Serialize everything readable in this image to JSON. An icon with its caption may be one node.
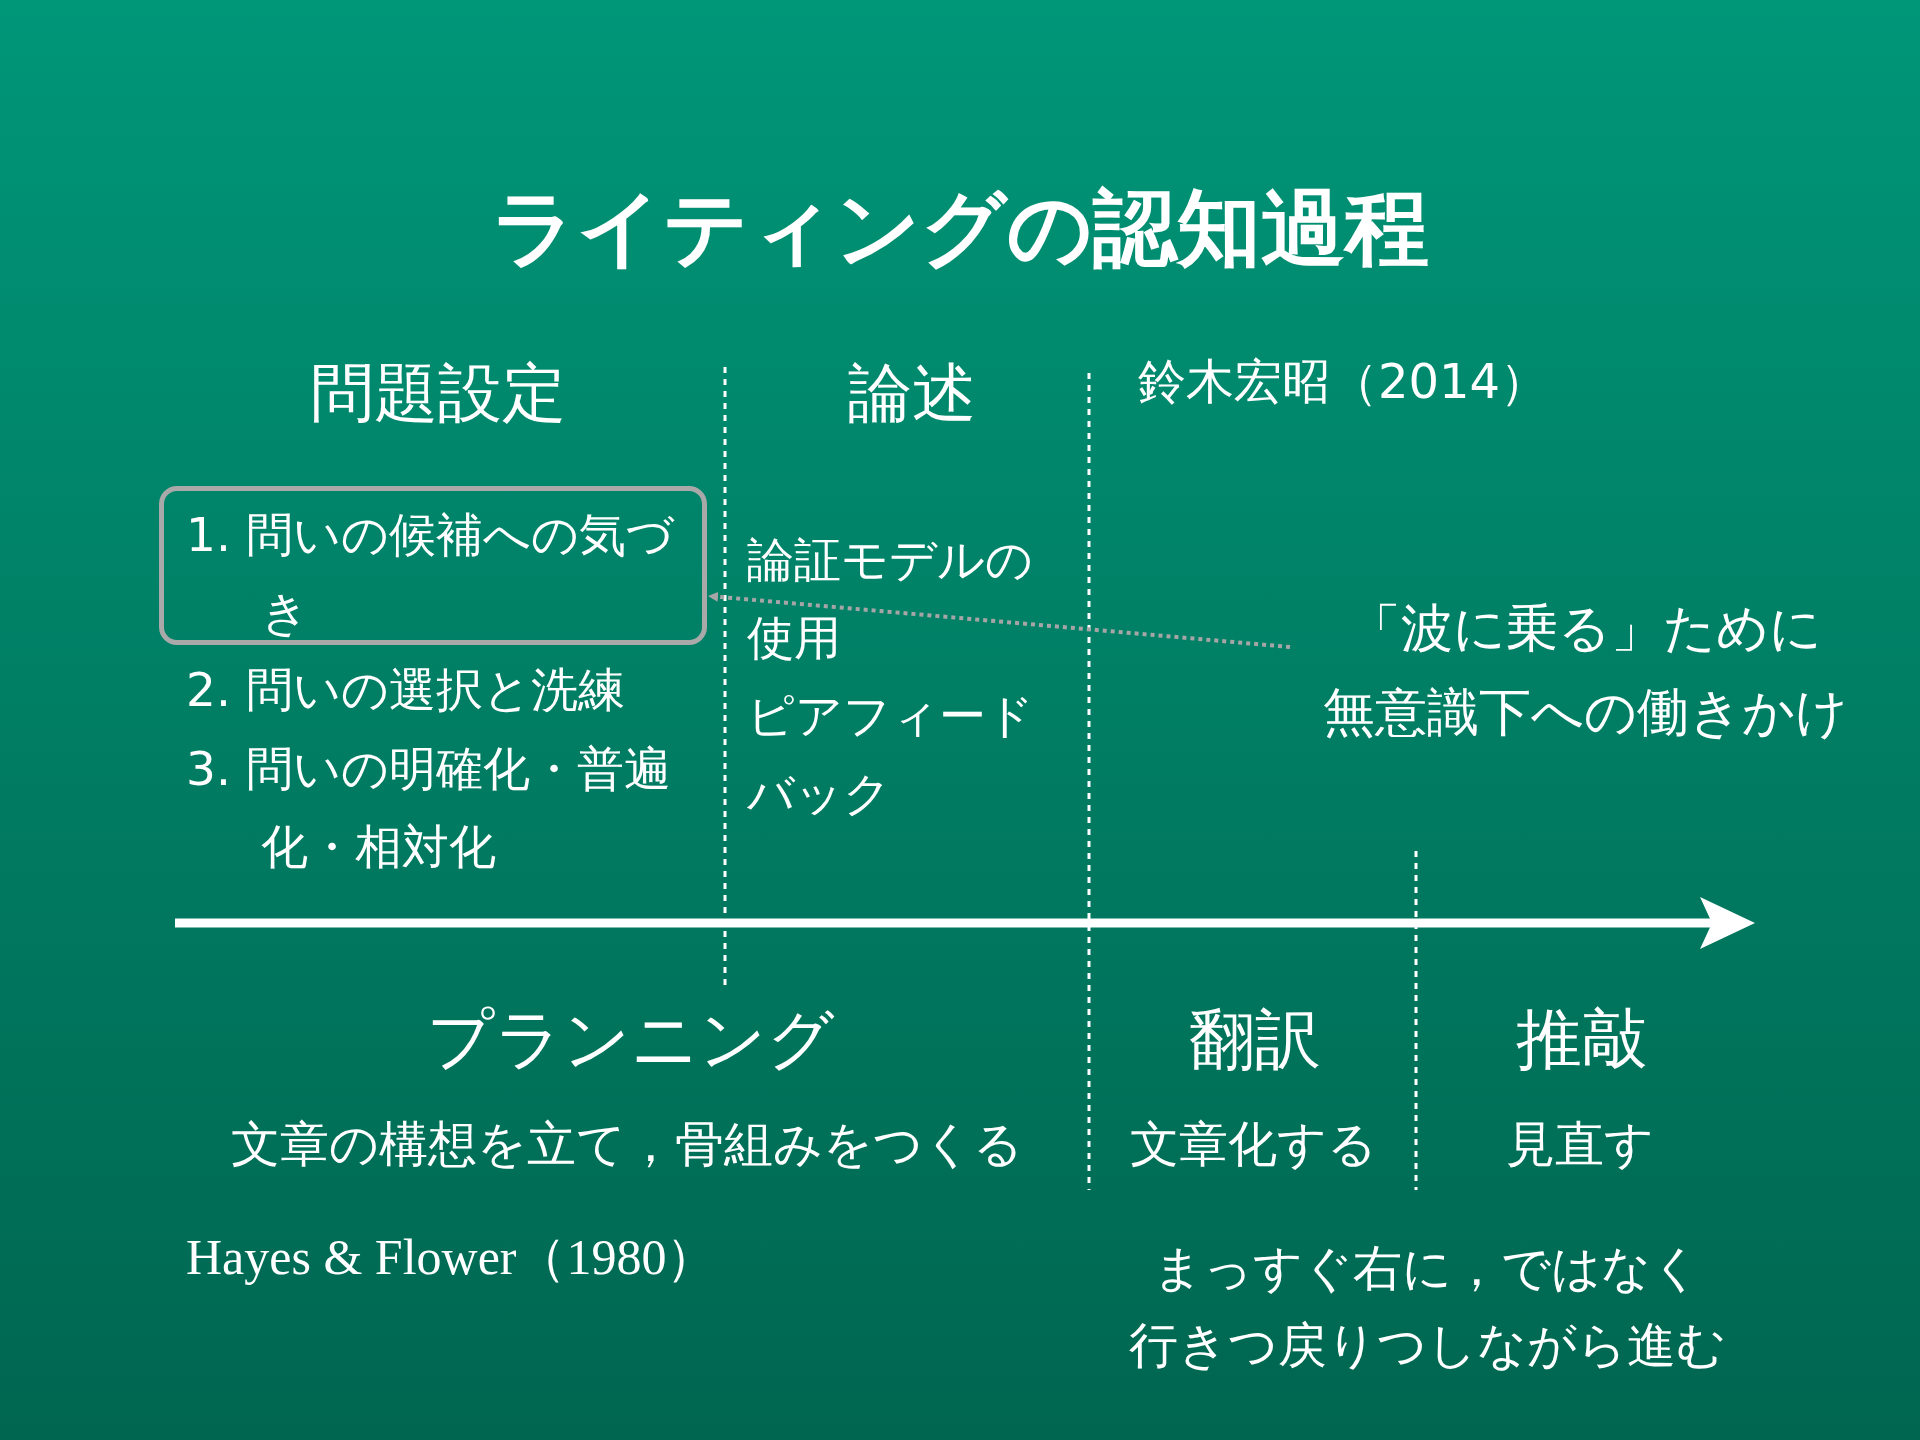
{
  "diagram": {
    "title": "ライティングの認知過程",
    "nodes": [
      {
        "text": [
          "1. 問いの候補への気づき"
        ]
      },
      {
        "text": [
          "「波に乗る」ために",
          "無意識下への働きかけ"
        ]
      }
    ],
    "edges": [
      {
        "from": 1,
        "to": 0,
        "arrow": "to",
        "style": "dashed",
        "color": "#a6a6a6"
      }
    ],
    "labels": [
      "問題設定",
      "論述",
      "鈴木宏昭（2014）",
      "2. 問いの選択と洗練",
      "3. 問いの明確化・普遍化・相対化",
      "論証モデルの使用",
      "ピアフィードバック",
      "プランニング",
      "文章の構想を立て，骨組みをつくる",
      "翻訳",
      "文章化する",
      "推敲",
      "見直す",
      "Hayes & Flower（1980）",
      "まっすぐ右に，ではなく",
      "行きつ戻りつしながら進む"
    ]
  }
}
